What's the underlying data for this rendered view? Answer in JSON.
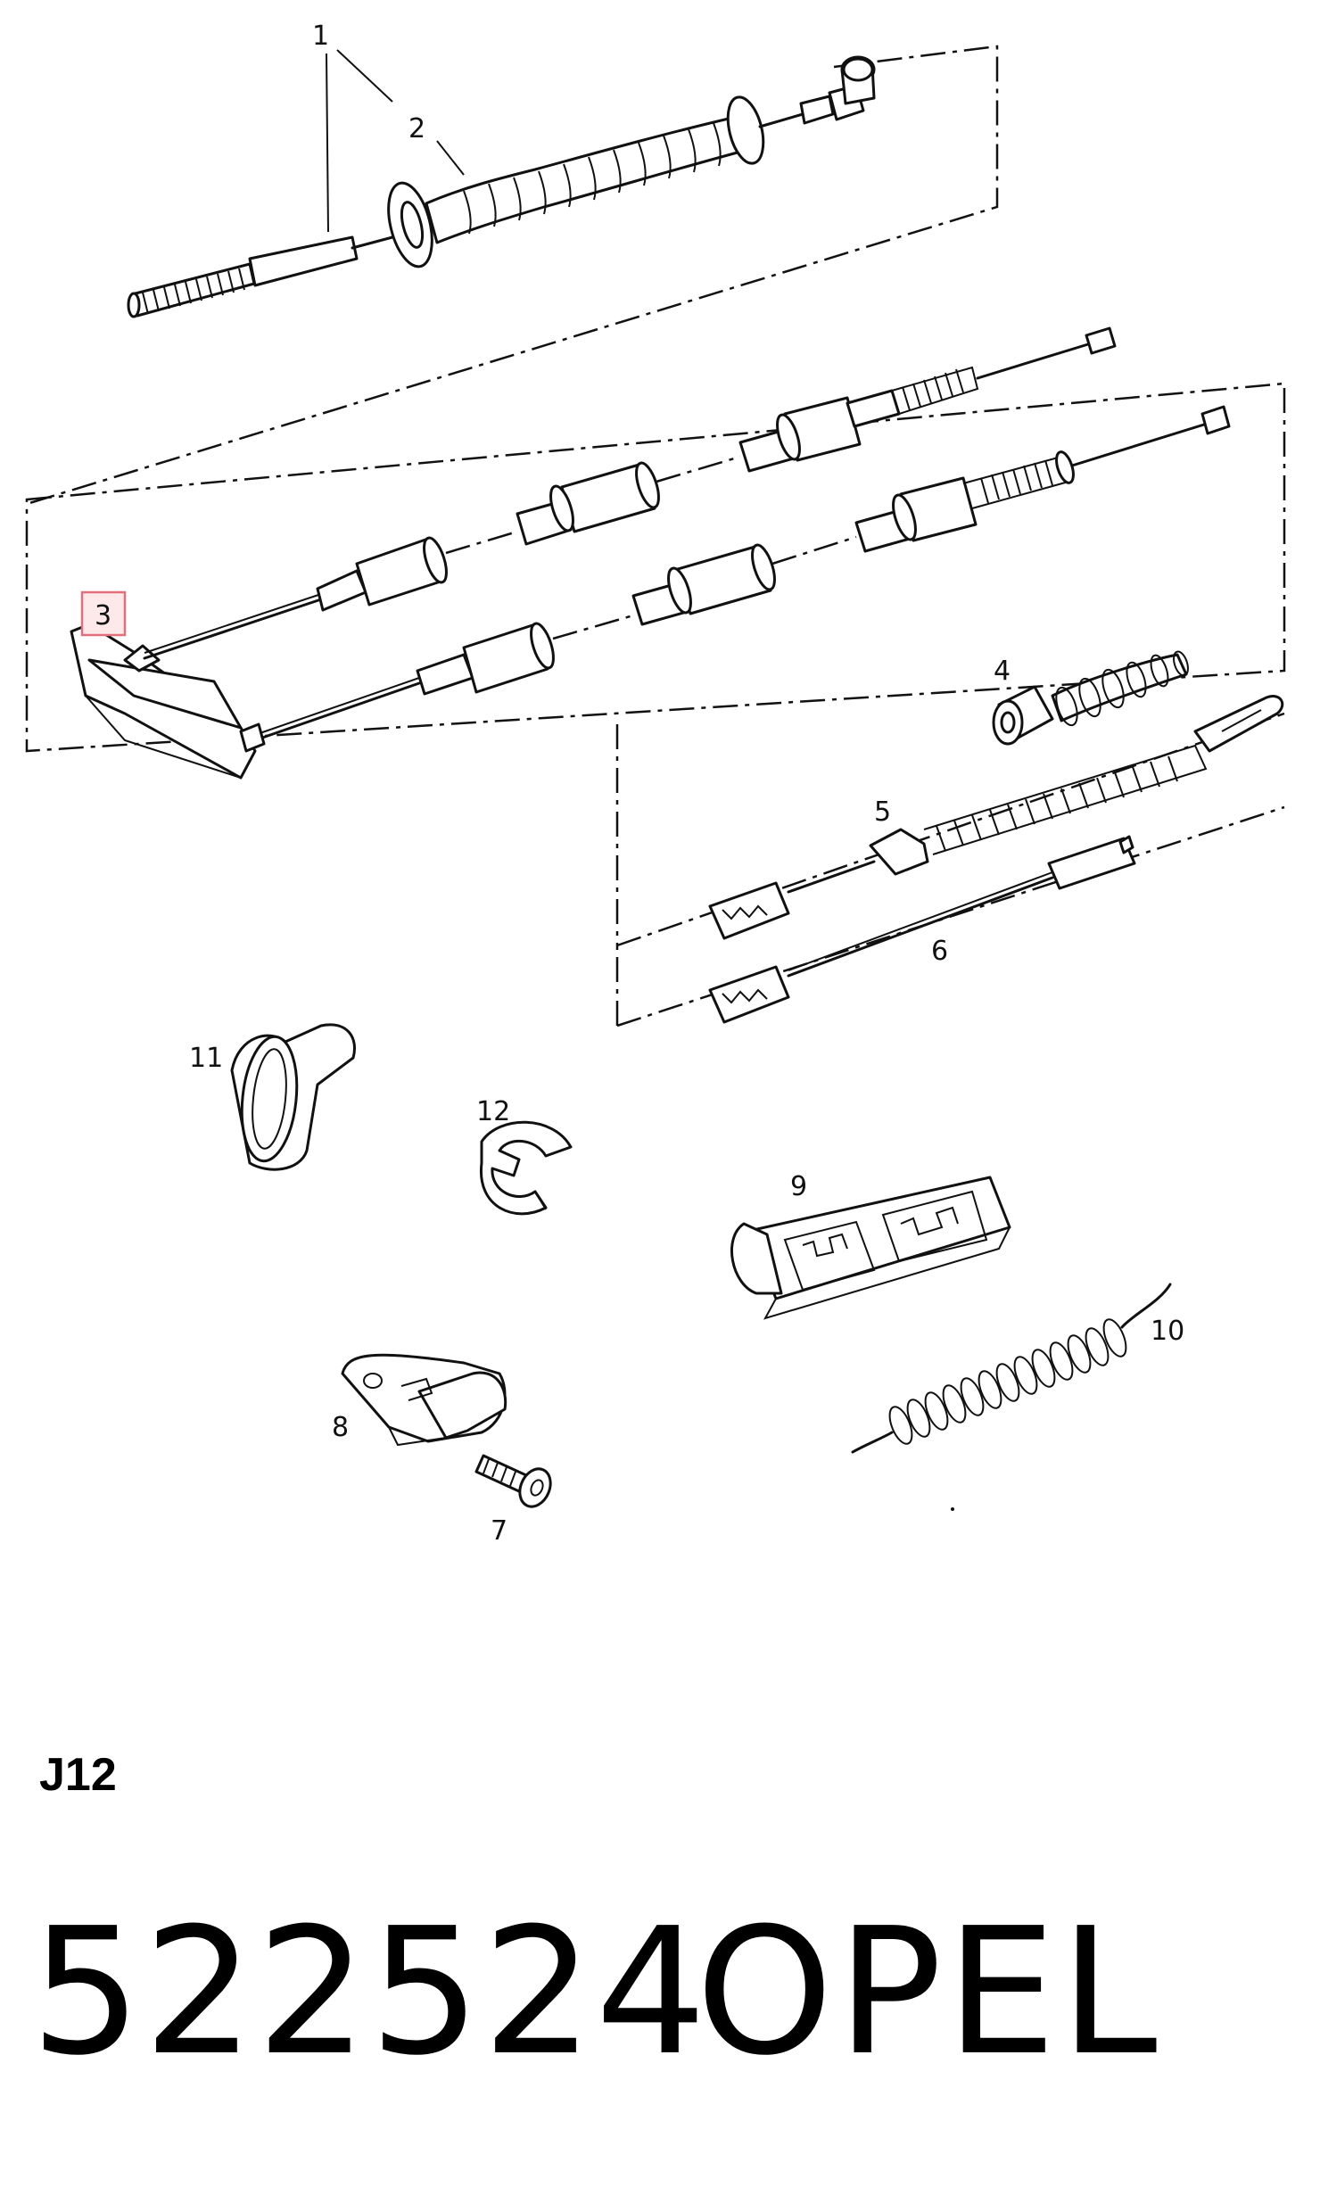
{
  "callouts": {
    "c1": "1",
    "c2": "2",
    "c3": "3",
    "c4": "4",
    "c5": "5",
    "c6": "6",
    "c7": "7",
    "c8": "8",
    "c9": "9",
    "c10": "10",
    "c11": "11",
    "c12": "12"
  },
  "highlighted_callout": "3",
  "group_code": "J12",
  "part_number": "522524",
  "brand": "OPEL",
  "colors": {
    "ink": "#111111",
    "highlight_fill": "#fde8ea",
    "highlight_stroke": "#e0707c"
  }
}
